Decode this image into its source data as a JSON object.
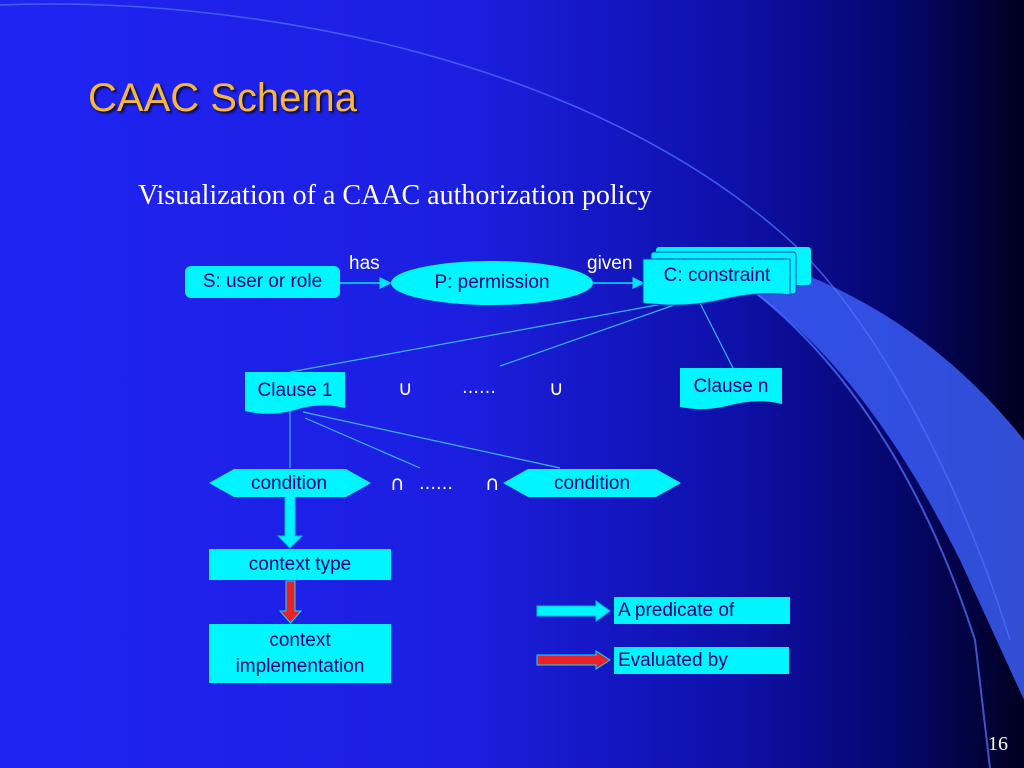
{
  "slide": {
    "title": "CAAC Schema",
    "subtitle": "Visualization of a CAAC authorization policy",
    "page_number": "16"
  },
  "diagram": {
    "subject": "S: user or role",
    "permission": "P: permission",
    "constraint": "C: constraint",
    "edge_has": "has",
    "edge_given": "given",
    "clause_1": "Clause 1",
    "clause_n": "Clause n",
    "clause_union_1": "∪",
    "clause_ellipsis": "……",
    "clause_union_2": "∪",
    "condition_left": "condition",
    "condition_right": "condition",
    "cond_intersect_1": "∩",
    "cond_ellipsis": "……",
    "cond_intersect_2": "∩",
    "context_type": "context type",
    "context_impl_line1": "context",
    "context_impl_line2": "implementation"
  },
  "legend": {
    "predicate_label": "A predicate of",
    "evaluated_label": "Evaluated by"
  },
  "colors": {
    "shape_fill": "#00f5ff",
    "shape_text": "#000080",
    "title": "#f6b73c",
    "evaluated_arrow": "#e8202a"
  }
}
